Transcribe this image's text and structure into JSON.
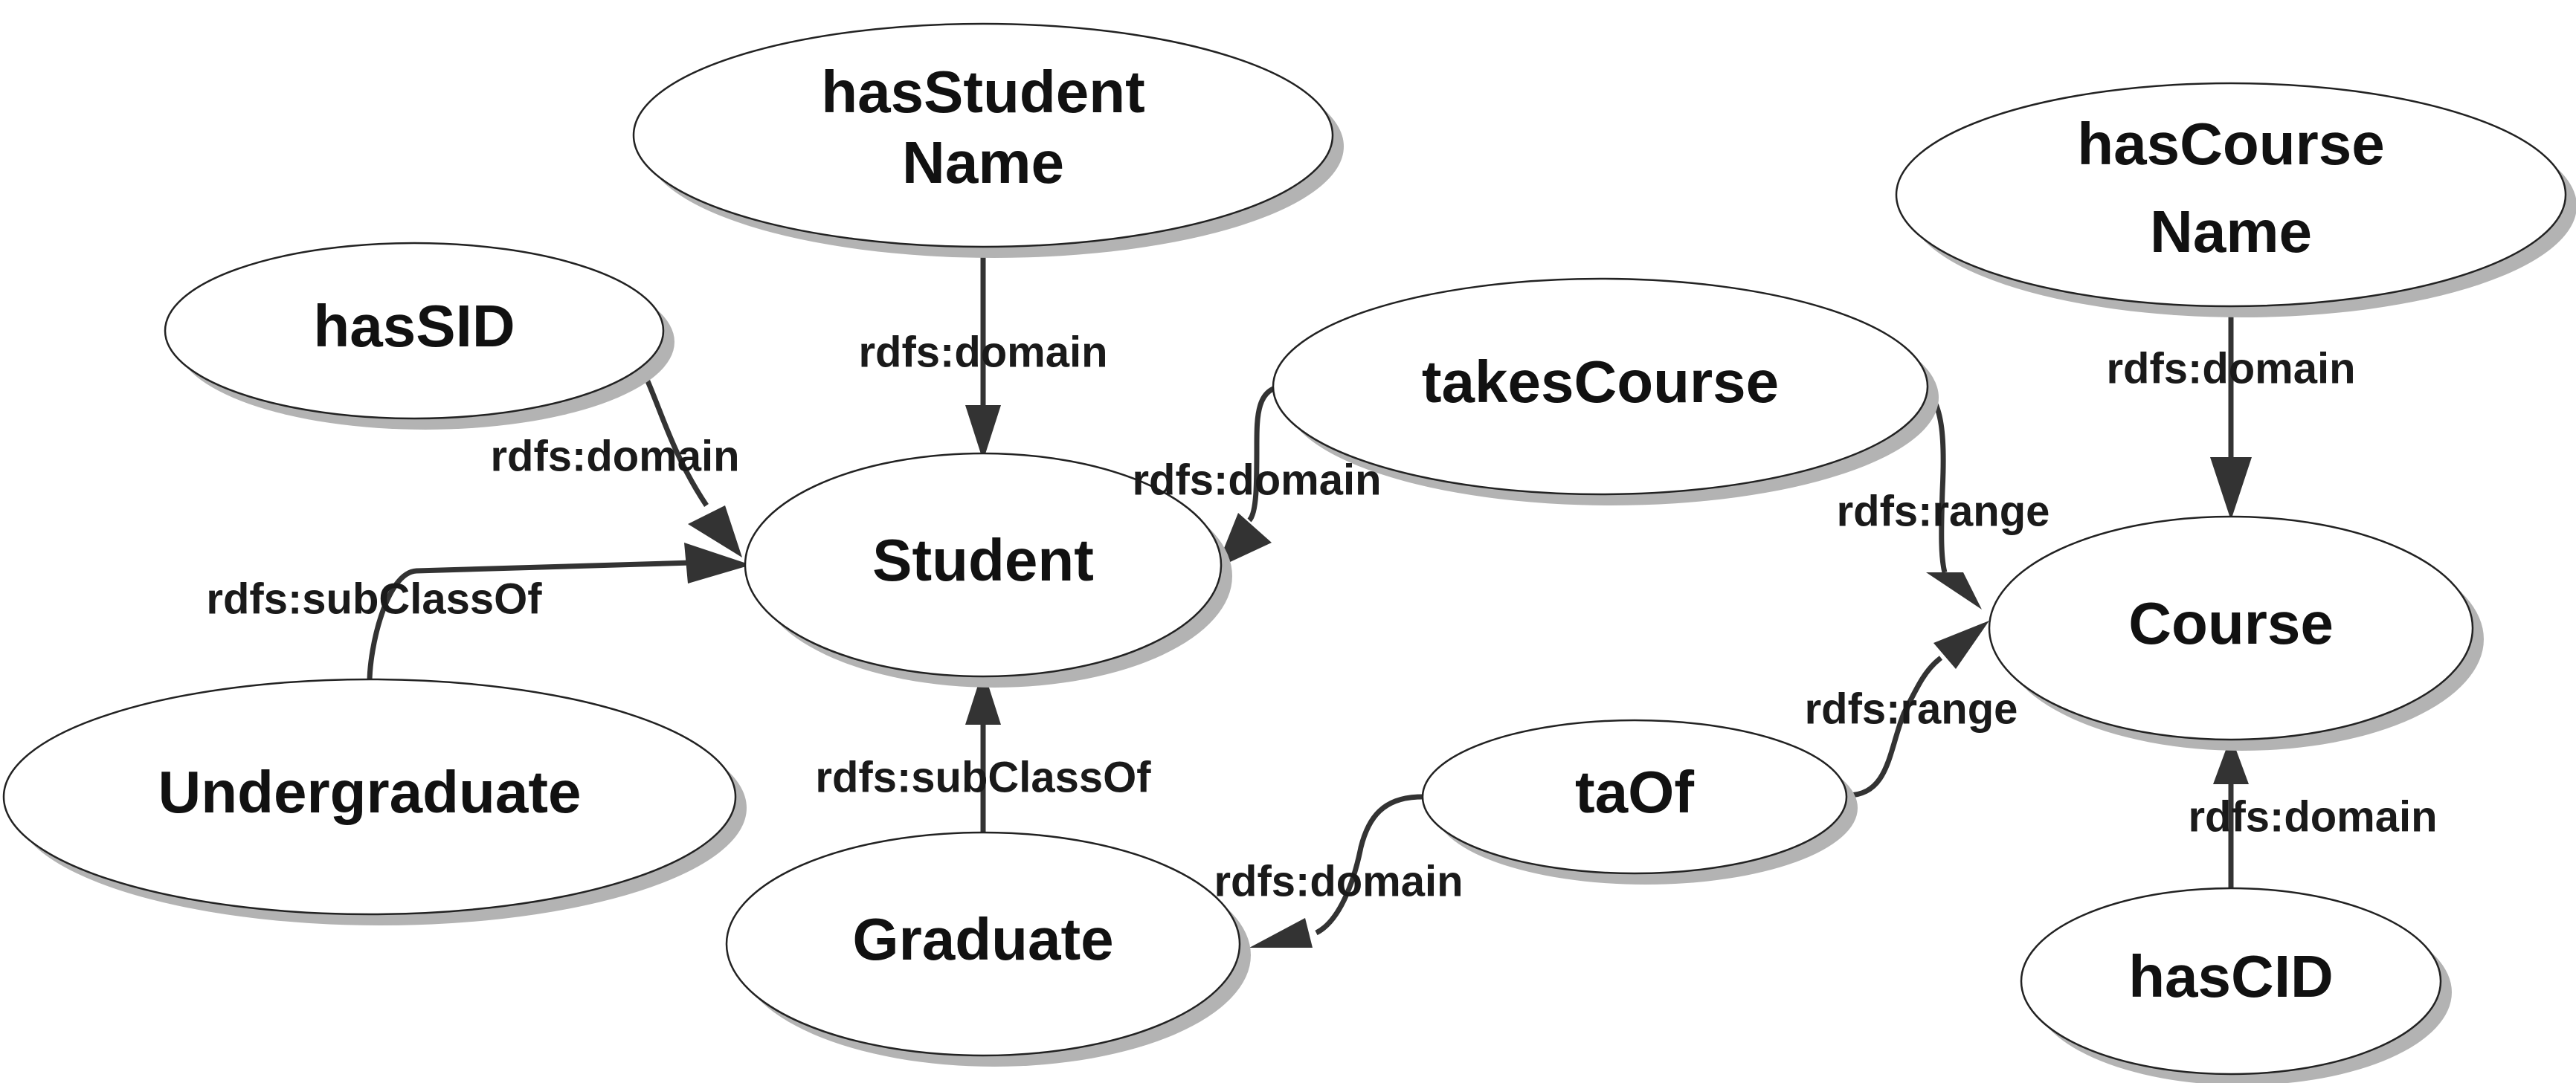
{
  "nodes": {
    "hasStudentName": {
      "line1": "hasStudent",
      "line2": "Name"
    },
    "hasSID": {
      "label": "hasSID"
    },
    "student": {
      "label": "Student"
    },
    "undergraduate": {
      "label": "Undergraduate"
    },
    "graduate": {
      "label": "Graduate"
    },
    "takesCourse": {
      "label": "takesCourse"
    },
    "taOf": {
      "label": "taOf"
    },
    "hasCourseName": {
      "line1": "hasCourse",
      "line2": "Name"
    },
    "course": {
      "label": "Course"
    },
    "hasCID": {
      "label": "hasCID"
    }
  },
  "edges": {
    "hasStudentName_domain": {
      "label": "rdfs:domain"
    },
    "hasSID_domain": {
      "label": "rdfs:domain"
    },
    "undergraduate_subclass": {
      "label": "rdfs:subClassOf"
    },
    "graduate_subclass": {
      "label": "rdfs:subClassOf"
    },
    "takesCourse_domain": {
      "label": "rdfs:domain"
    },
    "takesCourse_range": {
      "label": "rdfs:range"
    },
    "taOf_range": {
      "label": "rdfs:range"
    },
    "taOf_domain": {
      "label": "rdfs:domain"
    },
    "hasCourseName_domain": {
      "label": "rdfs:domain"
    },
    "hasCID_domain": {
      "label": "rdfs:domain"
    }
  }
}
